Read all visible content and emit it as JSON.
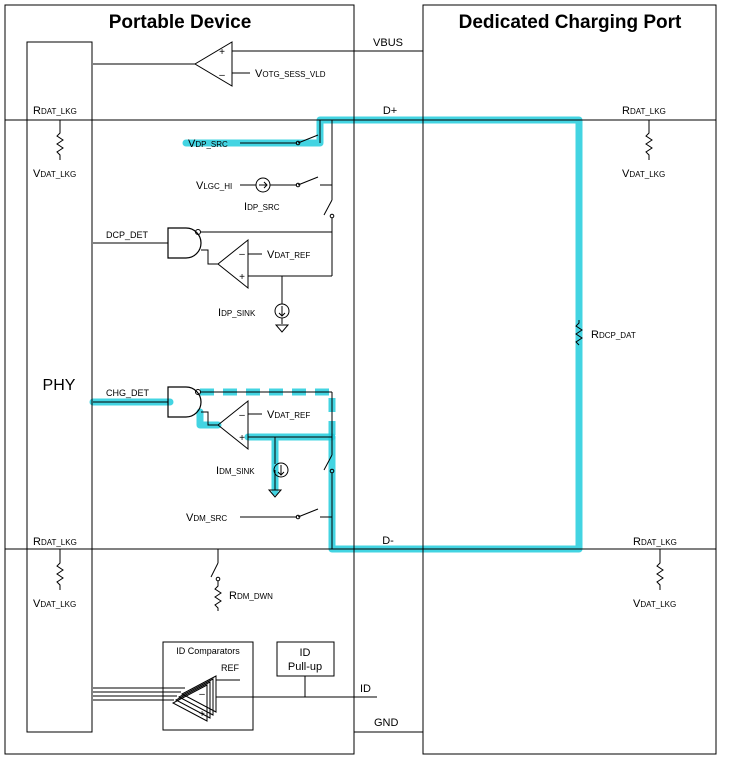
{
  "titles": {
    "portable_device": "Portable Device",
    "dedicated_charging_port": "Dedicated Charging Port",
    "phy": "PHY"
  },
  "nets": {
    "vbus": "VBUS",
    "dplus": "D+",
    "dminus": "D-",
    "id": "ID",
    "gnd": "GND",
    "dcp_det": "DCP_DET",
    "chg_det": "CHG_DET"
  },
  "labels": {
    "votg_sess_vld": {
      "main": "V",
      "sub": "OTG_SESS_VLD"
    },
    "rdat_lkg": {
      "main": "R",
      "sub": "DAT_LKG"
    },
    "vdat_lkg": {
      "main": "V",
      "sub": "DAT_LKG"
    },
    "vdp_src": {
      "main": "V",
      "sub": "DP_SRC"
    },
    "vlgc_hi": {
      "main": "V",
      "sub": "LGC_HI"
    },
    "idp_src": {
      "main": "I",
      "sub": "DP_SRC"
    },
    "vdat_ref": {
      "main": "V",
      "sub": "DAT_REF"
    },
    "idp_sink": {
      "main": "I",
      "sub": "DP_SINK"
    },
    "rdcp_dat": {
      "main": "R",
      "sub": "DCP_DAT"
    },
    "idm_sink": {
      "main": "I",
      "sub": "DM_SINK"
    },
    "vdm_src": {
      "main": "V",
      "sub": "DM_SRC"
    },
    "rdm_dwn": {
      "main": "R",
      "sub": "DM_DWN"
    }
  },
  "id_block": {
    "comparators": "ID Comparators",
    "ref": "REF",
    "pullup_line1": "ID",
    "pullup_line2": "Pull-up"
  },
  "signs": {
    "plus": "+",
    "minus": "–"
  },
  "colors": {
    "highlight": "#22ccdd",
    "wire": "#000000"
  }
}
